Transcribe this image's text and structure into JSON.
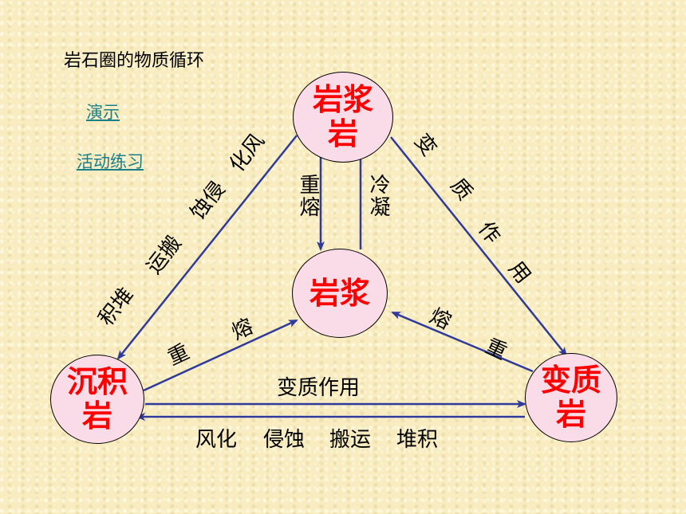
{
  "title": "岩石圈的物质循环",
  "links": {
    "demo": "演示",
    "activity": "活动练习"
  },
  "nodes": {
    "igneous": "岩浆\n岩",
    "magma": "岩浆",
    "sedimentary": "沉积\n岩",
    "metamorphic": "变质\n岩"
  },
  "labels": {
    "left_edge_1": "积堆",
    "left_edge_2": "运搬",
    "left_edge_3": "蚀侵",
    "left_edge_4": "化风",
    "right_edge_1": "变",
    "right_edge_2": "质",
    "right_edge_3": "作",
    "right_edge_4": "用",
    "center_down": "重熔",
    "center_up": "冷凝",
    "sed_to_magma_1": "重",
    "sed_to_magma_2": "熔",
    "meta_to_magma_1": "熔",
    "meta_to_magma_2": "重",
    "bottom_top": "变质作用",
    "bottom_1": "风化",
    "bottom_2": "侵蚀",
    "bottom_3": "搬运",
    "bottom_4": "堆积"
  },
  "colors": {
    "node_text": "#ff0000",
    "node_fill": "#f9dce8",
    "arrow": "#2f3a9a",
    "link": "#1a7f87"
  }
}
